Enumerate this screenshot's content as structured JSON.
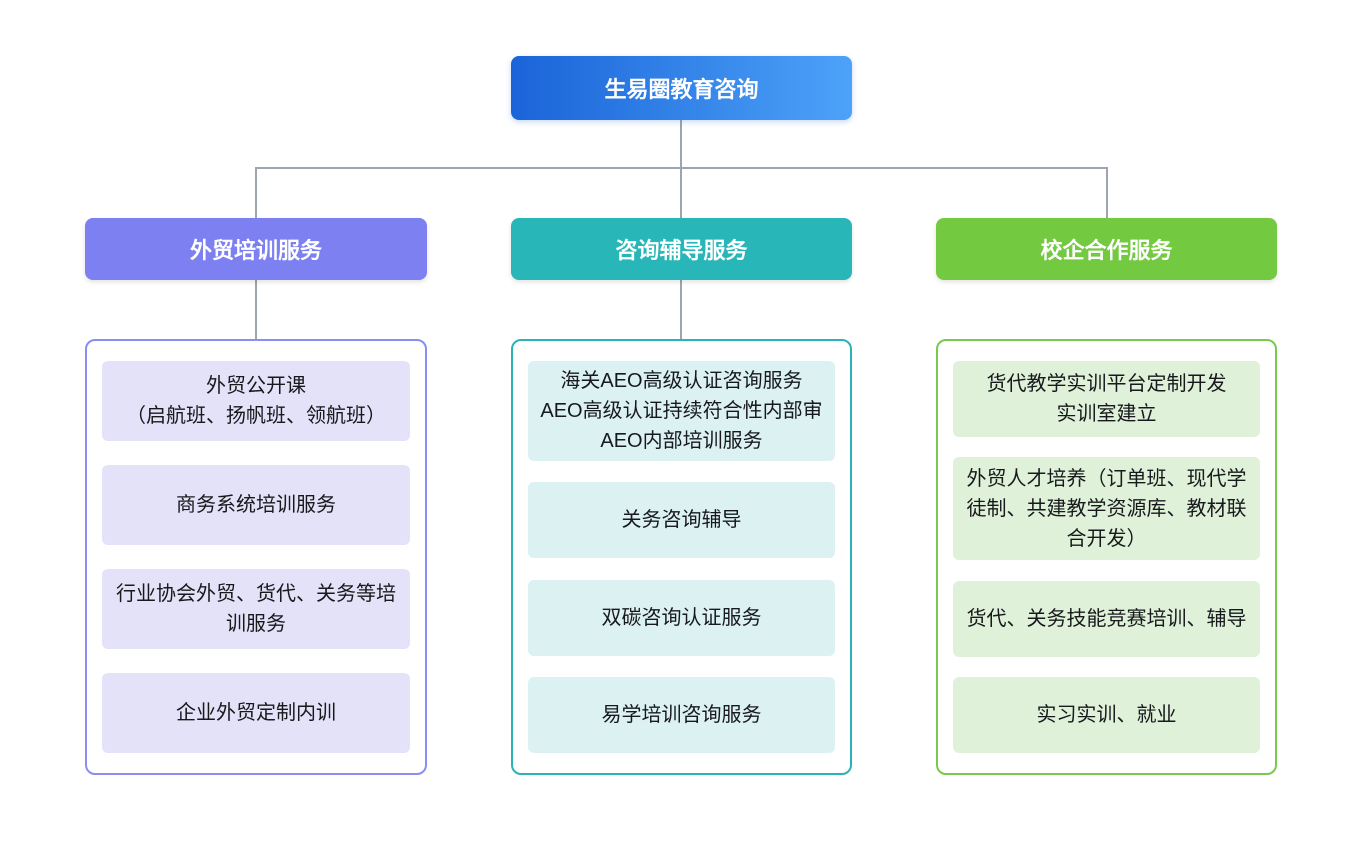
{
  "root": {
    "label": "生易圈教育咨询"
  },
  "branches": [
    {
      "label": "外贸培训服务",
      "items": [
        {
          "text": "外贸公开课\n（启航班、扬帆班、领航班）"
        },
        {
          "text": "商务系统培训服务"
        },
        {
          "text": "行业协会外贸、货代、关务等培训服务"
        },
        {
          "text": "企业外贸定制内训"
        }
      ]
    },
    {
      "label": "咨询辅导服务",
      "items": [
        {
          "text": "海关AEO高级认证咨询服务\nAEO高级认证持续符合性内部审\nAEO内部培训服务"
        },
        {
          "text": "关务咨询辅导"
        },
        {
          "text": "双碳咨询认证服务"
        },
        {
          "text": "易学培训咨询服务"
        }
      ]
    },
    {
      "label": "校企合作服务",
      "items": [
        {
          "text": "货代教学实训平台定制开发\n实训室建立"
        },
        {
          "text": "外贸人才培养（订单班、现代学徒制、共建教学资源库、教材联合开发）"
        },
        {
          "text": "货代、关务技能竞赛培训、辅导"
        },
        {
          "text": "实习实训、就业"
        }
      ]
    }
  ],
  "palette": {
    "root_gradient_start": "#1a64d9",
    "root_gradient_end": "#4da2f8",
    "branch1_header": "#7c80f0",
    "branch2_header": "#29b6b9",
    "branch3_header": "#73c940",
    "branch1_border": "#8a8ef3",
    "branch2_border": "#2cb2b6",
    "branch3_border": "#77ca4d",
    "branch1_item_bg": "#e4e2f8",
    "branch2_item_bg": "#dcf1f2",
    "branch3_item_bg": "#e0f1da",
    "connector": "#9da5ae"
  }
}
